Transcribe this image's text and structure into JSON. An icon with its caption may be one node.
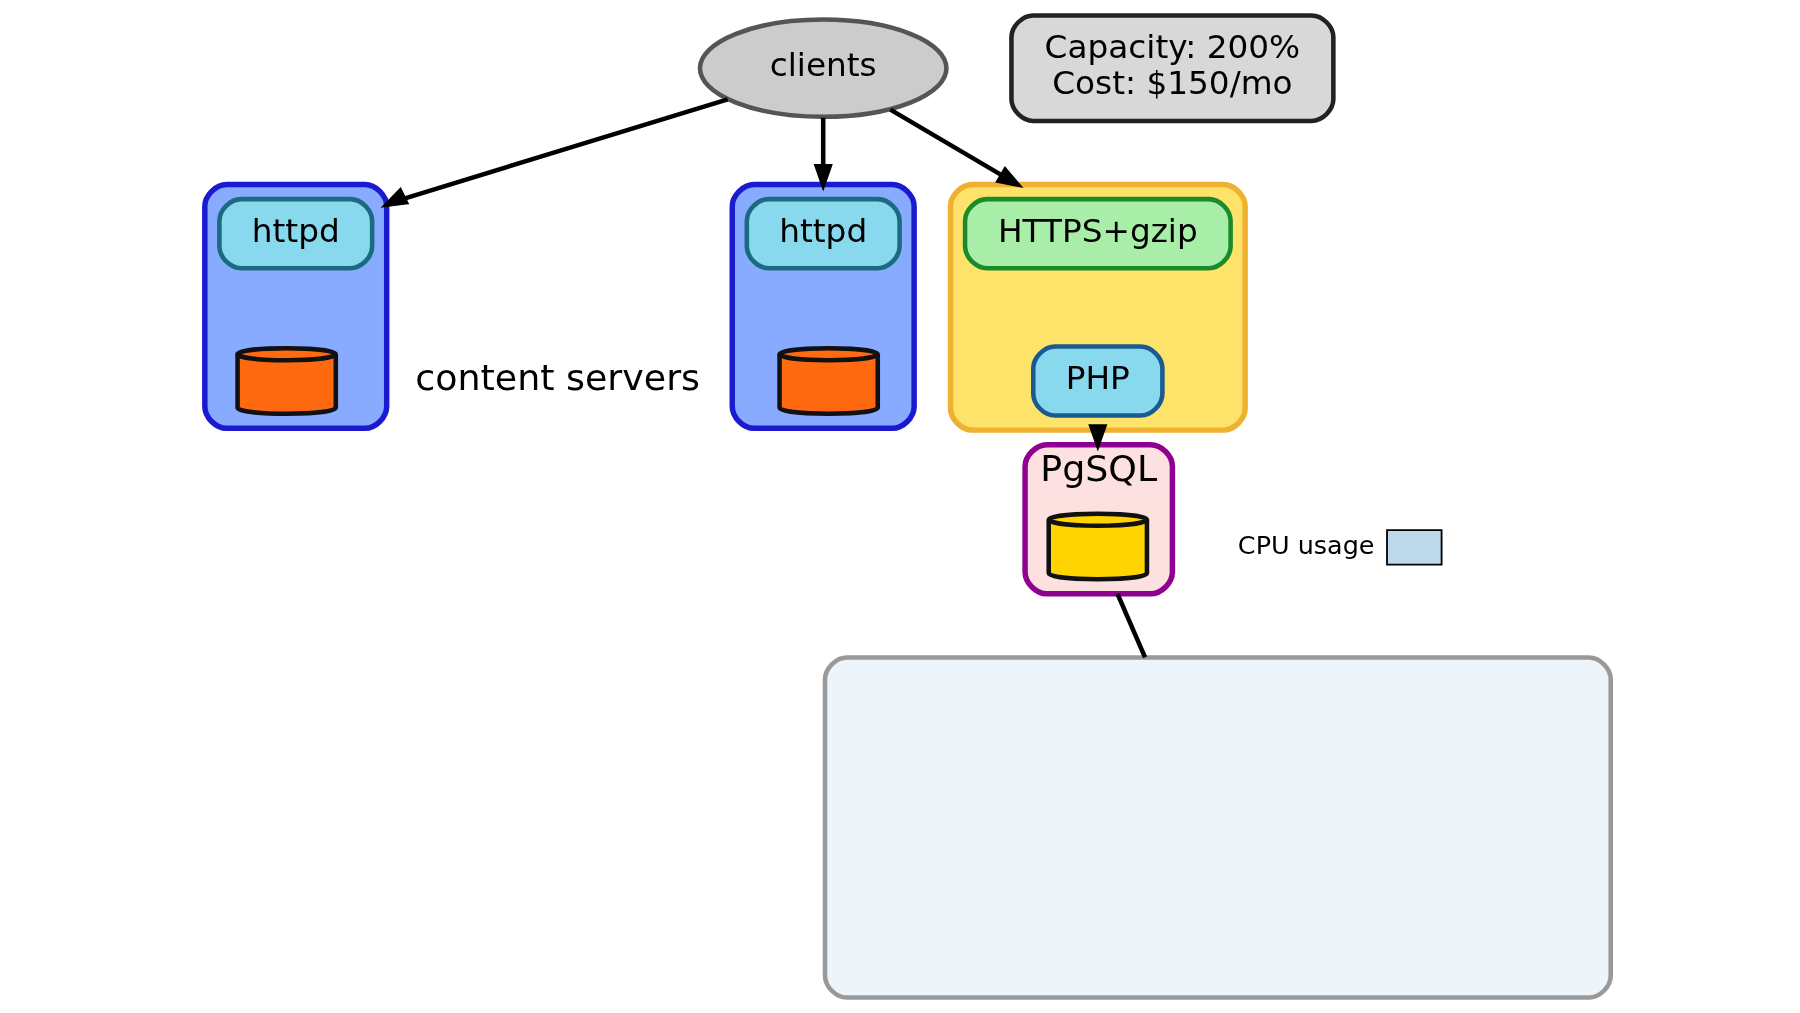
{
  "diagram": {
    "nodes": [
      {
        "text": [
          "clients"
        ]
      },
      {
        "text": [],
        "shape": "box"
      },
      {
        "text": [
          "httpd"
        ],
        "in": 1
      },
      {
        "text": [],
        "shape": "cylinder",
        "in": 1
      },
      {
        "text": [],
        "shape": "box"
      },
      {
        "text": [
          "httpd"
        ],
        "in": 4
      },
      {
        "text": [],
        "shape": "cylinder",
        "in": 4
      },
      {
        "text": [],
        "shape": "box"
      },
      {
        "text": [
          "HTTPS+gzip"
        ],
        "in": 7
      },
      {
        "text": [
          "PHP"
        ],
        "in": 7
      },
      {
        "text": [
          "PgSQL"
        ]
      },
      {
        "text": [],
        "shape": "cylinder",
        "in": 10
      },
      {
        "text": [
          "Capacity: 200%",
          "Cost: $150/mo"
        ]
      },
      {
        "text": [],
        "shape": "box"
      }
    ],
    "edges": [
      {
        "from": 0,
        "to": 1,
        "arrow": "to"
      },
      {
        "from": 0,
        "to": 4,
        "arrow": "to"
      },
      {
        "from": 0,
        "to": 7,
        "arrow": "to"
      },
      {
        "from": 7,
        "to": 10,
        "arrow": "to"
      },
      {
        "from": 10,
        "to": 13,
        "arrow": "none"
      }
    ],
    "labels": [
      "content servers"
    ],
    "legend": [
      {
        "text": "CPU usage",
        "color": "#bcd8ea"
      }
    ]
  }
}
